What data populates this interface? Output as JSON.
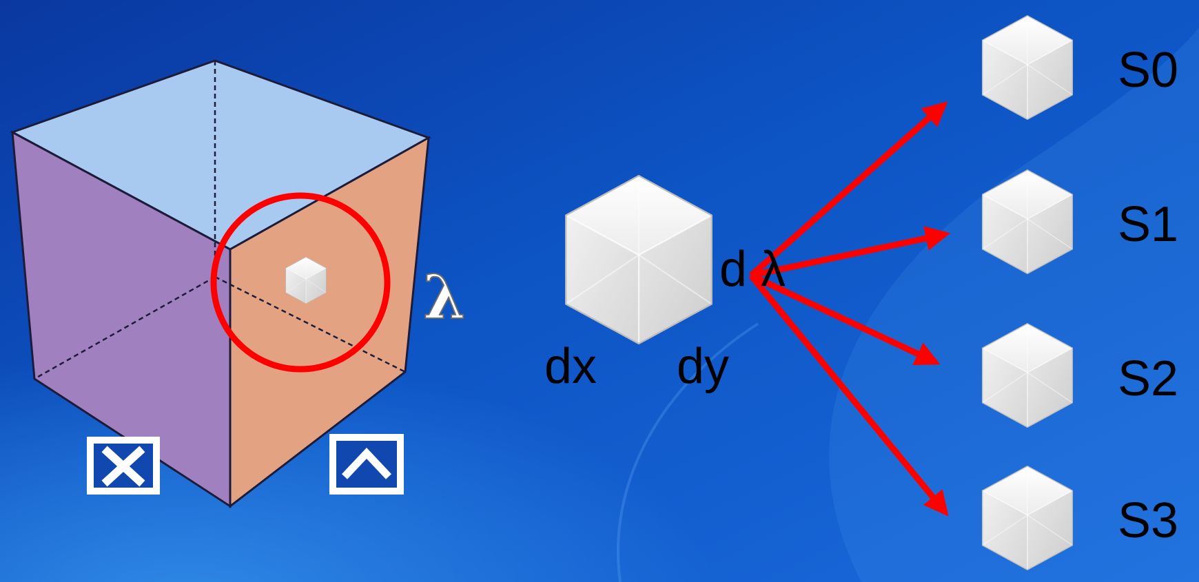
{
  "colors": {
    "background_dark": "#0a3aa0",
    "background_light": "#2a7ee6",
    "cube_top": "#a9caf0",
    "cube_left": "#a180c0",
    "cube_right": "#e3a383",
    "highlight_circle": "#ff0000",
    "arrow": "#ff0000",
    "label_text": "#000000",
    "lambda_label": "#ffffff"
  },
  "big_cube": {
    "lambda_label": "λ",
    "icons": [
      "close-icon",
      "chevron-up-icon"
    ]
  },
  "voxel": {
    "x_label": "dx",
    "y_label": "dy",
    "lambda_label": "d λ"
  },
  "stokes": {
    "labels": [
      "S0",
      "S1",
      "S2",
      "S3"
    ]
  }
}
